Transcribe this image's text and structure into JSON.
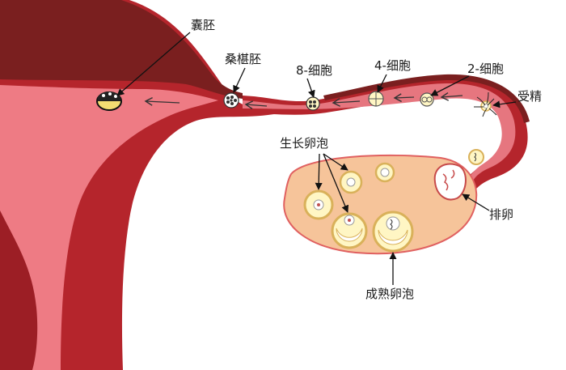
{
  "labels": {
    "blastocyst": "囊胚",
    "morula": "桑椹胚",
    "cell8": "8-细胞",
    "cell4": "4-细胞",
    "cell2": "2-细胞",
    "fertilization": "受精",
    "growing_follicle": "生长卵泡",
    "ovulation": "排卵",
    "mature_follicle": "成熟卵泡"
  },
  "colors": {
    "uterus_outer": "#b5252c",
    "uterus_dark": "#7a1f1f",
    "cavity": "#ee7b84",
    "tube_lumen": "#e6767f",
    "ovary": "#f6c49a",
    "ovary_border": "#e06060",
    "follicle": "#fff6c4"
  }
}
